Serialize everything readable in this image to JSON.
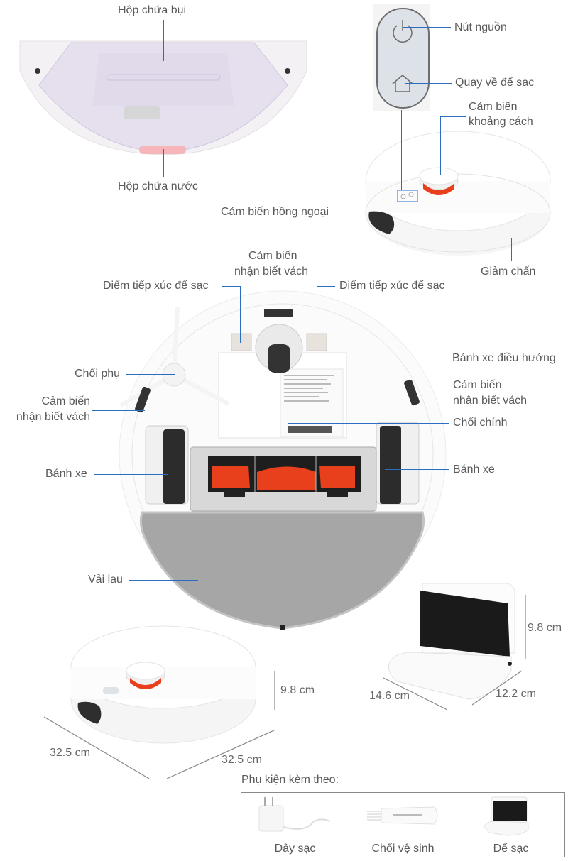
{
  "colors": {
    "leader_line": "#2a6ec0",
    "label_text": "#5a5a5a",
    "accent_lidar": "#e8401c",
    "mop_gray": "#9e9e9e",
    "dock_black": "#1a1a1a"
  },
  "dust_bin_view": {
    "top_label": "Hộp chứa bụi",
    "bottom_label": "Hộp chứa nước"
  },
  "top_view": {
    "power_button": "Nút nguồn",
    "home_button": "Quay về đế sạc",
    "distance_sensor_line1": "Cảm biến",
    "distance_sensor_line2": "khoảng cách",
    "infrared_sensor": "Cảm biến hồng ngoại",
    "bumper": "Giảm chấn",
    "icons": {
      "power": "power-icon",
      "home": "home-icon"
    }
  },
  "bottom_view": {
    "cliff_sensor_top_line1": "Cảm biến",
    "cliff_sensor_top_line2": "nhận biết vách",
    "charge_contact_left": "Điểm tiếp xúc đế sạc",
    "charge_contact_right": "Điểm tiếp xúc đế sạc",
    "caster_wheel": "Bánh xe điều hướng",
    "side_brush": "Chổi phụ",
    "cliff_sensor_left_line1": "Cảm biến",
    "cliff_sensor_left_line2": "nhận biết vách",
    "cliff_sensor_right_line1": "Cảm biến",
    "cliff_sensor_right_line2": "nhận biết vách",
    "main_brush": "Chổi chính",
    "wheel_left": "Bánh xe",
    "wheel_right": "Bánh xe",
    "mop": "Vải lau"
  },
  "dimensions": {
    "robot_height": "9.8 cm",
    "robot_width_left": "32.5 cm",
    "robot_width_right": "32.5 cm",
    "dock_height": "9.8 cm",
    "dock_width": "14.6 cm",
    "dock_depth": "12.2 cm"
  },
  "accessories": {
    "title": "Phụ kiện kèm theo:",
    "items": [
      {
        "label": "Dây sạc",
        "icon": "charger-icon"
      },
      {
        "label": "Chổi vệ sinh",
        "icon": "cleaning-brush-icon"
      },
      {
        "label": "Đế sạc",
        "icon": "charging-dock-icon"
      }
    ]
  }
}
